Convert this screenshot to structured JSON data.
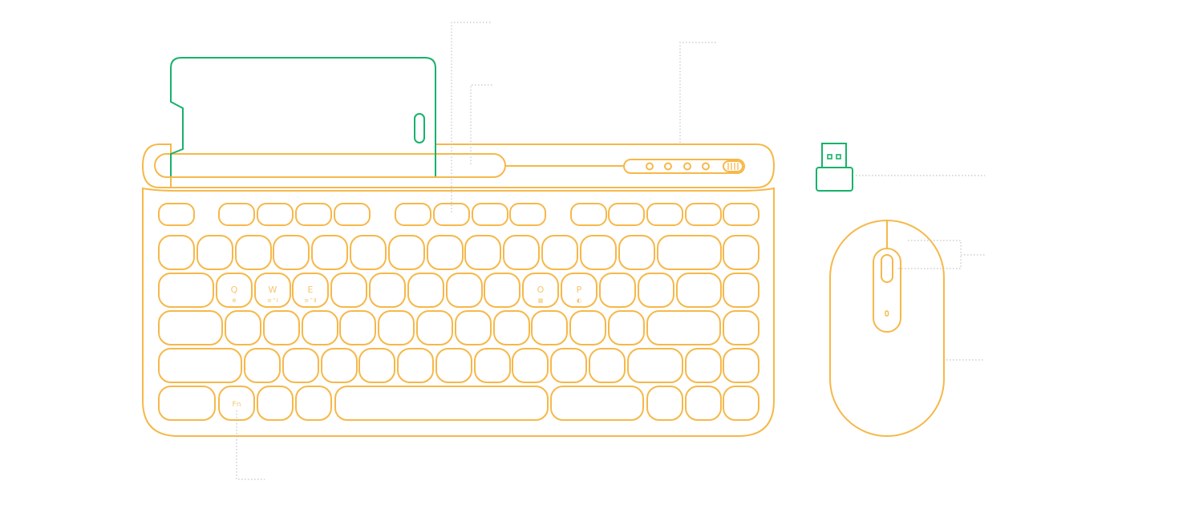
{
  "colors": {
    "outline": "#f6b849",
    "legend": "#f7c46e",
    "device": "#17b26a",
    "leader": "#c4c4c4",
    "background": "#ffffff"
  },
  "keyboard": {
    "fn_label": "Fn",
    "legend_keys": [
      {
        "letter": "Q",
        "sub": "⊕ "
      },
      {
        "letter": "W",
        "sub": "≡⌃Ⅰ"
      },
      {
        "letter": "E",
        "sub": "≡⌃Ⅱ"
      },
      {
        "letter": "O",
        "sub": "▦"
      },
      {
        "letter": "P",
        "sub": "◐"
      }
    ],
    "channel_indicators": 4,
    "icons": [
      "phone-holder-icon",
      "power-switch-icon",
      "channel-indicator-icon"
    ]
  },
  "mouse": {
    "icons": [
      "scroll-wheel-icon",
      "battery-led-icon"
    ]
  },
  "receiver": {
    "icons": [
      "usb-receiver-icon"
    ]
  },
  "phone": {
    "icons": [
      "phone-icon",
      "phone-button-icon"
    ]
  },
  "callouts": {
    "count": 8,
    "labels": []
  }
}
